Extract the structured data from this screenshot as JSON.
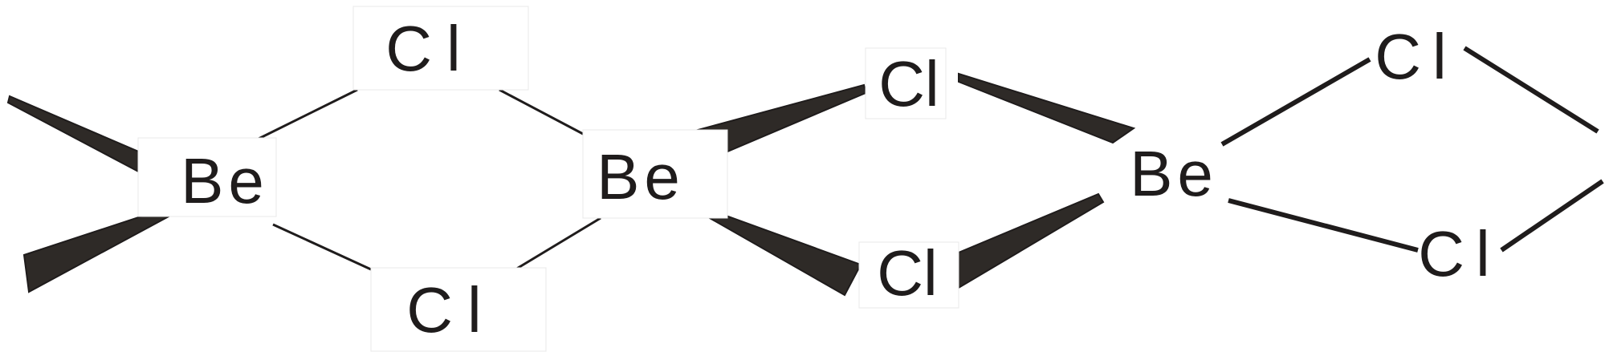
{
  "diagram": {
    "atoms": [
      {
        "id": "be1",
        "symbol": "Be"
      },
      {
        "id": "be2",
        "symbol": "Be"
      },
      {
        "id": "be3",
        "symbol": "Be"
      },
      {
        "id": "cl1",
        "symbol": "Cl"
      },
      {
        "id": "cl2",
        "symbol": "Cl"
      },
      {
        "id": "cl3",
        "symbol": "Cl"
      },
      {
        "id": "cl4",
        "symbol": "Cl"
      },
      {
        "id": "cl5",
        "symbol": "Cl"
      },
      {
        "id": "cl6",
        "symbol": "Cl"
      }
    ],
    "bonds": [
      {
        "from": "be1",
        "to": "left-upper",
        "style": "wedge"
      },
      {
        "from": "be1",
        "to": "left-lower",
        "style": "wedge"
      },
      {
        "from": "be1",
        "to": "cl1",
        "style": "line"
      },
      {
        "from": "be1",
        "to": "cl2",
        "style": "line"
      },
      {
        "from": "cl1",
        "to": "be2",
        "style": "line"
      },
      {
        "from": "cl2",
        "to": "be2",
        "style": "line"
      },
      {
        "from": "be2",
        "to": "cl3",
        "style": "wedge"
      },
      {
        "from": "be2",
        "to": "cl4",
        "style": "wedge"
      },
      {
        "from": "cl3",
        "to": "be3",
        "style": "wedge"
      },
      {
        "from": "cl4",
        "to": "be3",
        "style": "wedge"
      },
      {
        "from": "be3",
        "to": "cl5",
        "style": "line"
      },
      {
        "from": "be3",
        "to": "cl6",
        "style": "line"
      },
      {
        "from": "cl5",
        "to": "right-upper",
        "style": "line"
      },
      {
        "from": "cl6",
        "to": "right-lower",
        "style": "line"
      }
    ],
    "colors": {
      "ink": "#1f1c1c",
      "wedge_fill": "#2e2a27",
      "label_box": "#ffffff",
      "label_box_border": "#e8e8e8"
    }
  }
}
